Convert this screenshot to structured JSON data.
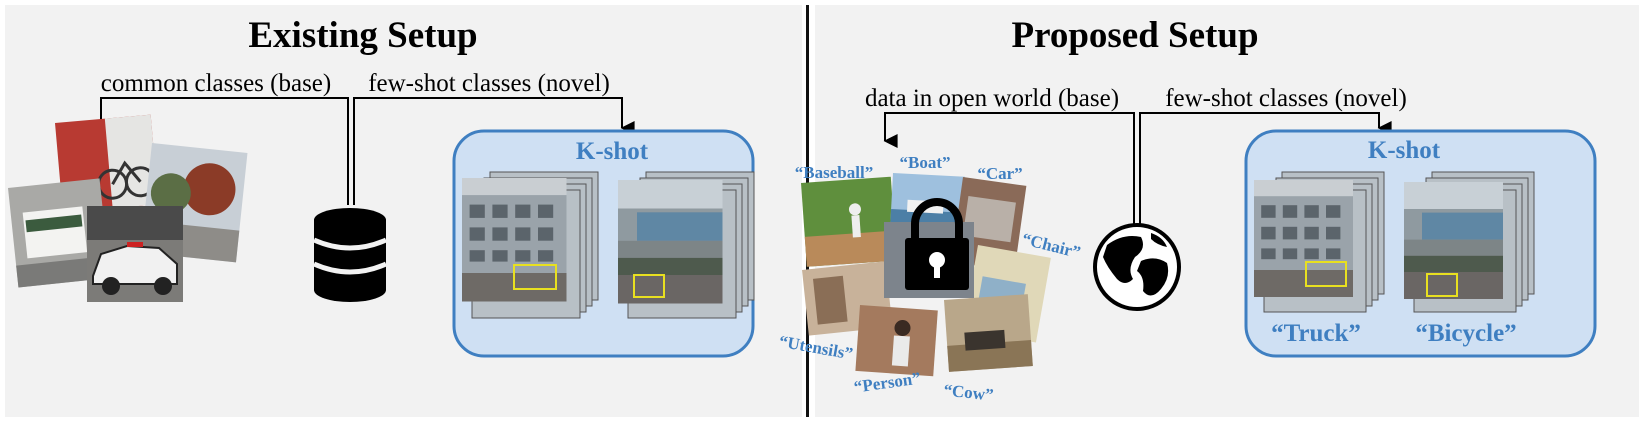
{
  "left": {
    "title": "Existing Setup",
    "base_label": "common classes (base)",
    "novel_label": "few-shot classes (novel)",
    "kshot_label": "K-shot"
  },
  "right": {
    "title": "Proposed Setup",
    "base_label": "data in open world (base)",
    "novel_label": "few-shot classes (novel)",
    "kshot_label": "K-shot",
    "open_world_classes": [
      "“Baseball”",
      "“Boat”",
      "“Car”",
      "“Chair”",
      "“Utensils”",
      "“Person”",
      "“Cow”"
    ],
    "novel_classes": [
      "“Truck”",
      "“Bicycle”"
    ]
  },
  "icons": [
    "database-icon",
    "globe-icon",
    "lock-icon",
    "down-arrow-icon"
  ],
  "colors": {
    "accent": "#3f7fc1",
    "box_fill": "#cfe0f3",
    "panel_bg": "#f2f2f2",
    "bbox": "#e8e020"
  }
}
